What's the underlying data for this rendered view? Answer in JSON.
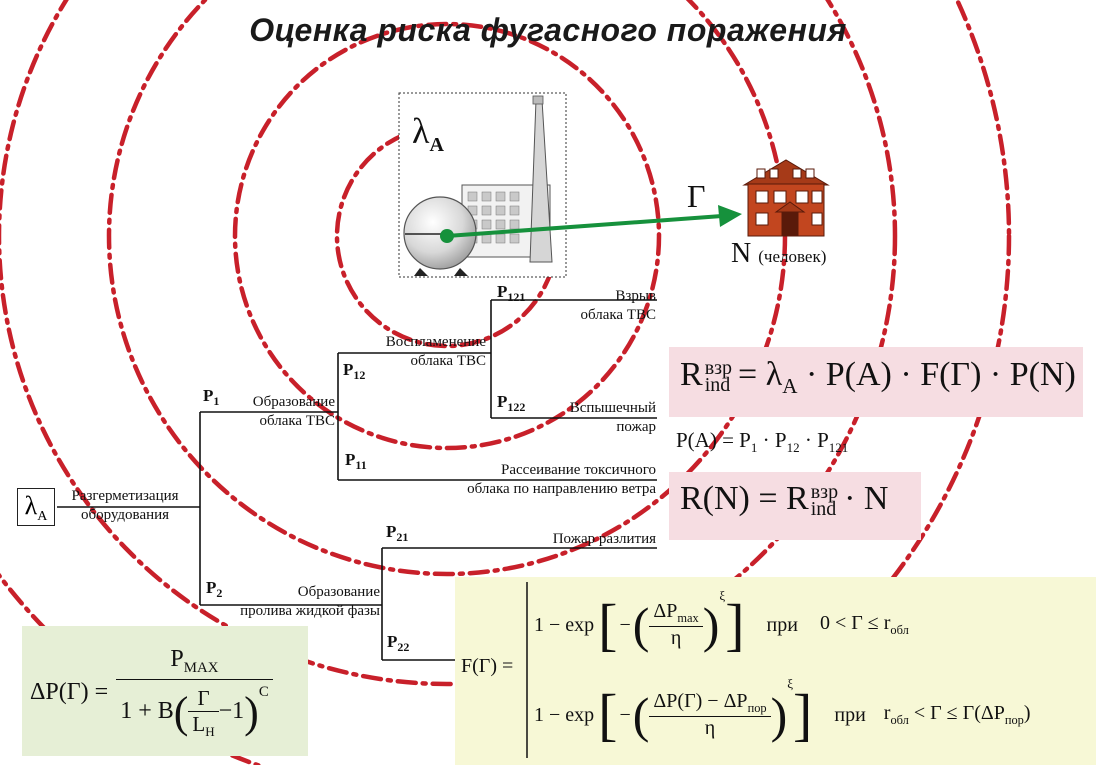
{
  "title": "Оценка риска фугасного поражения",
  "scene": {
    "source_label": "λ",
    "source_sub": "A",
    "distance_label": "Г",
    "people_label": "N",
    "people_sub": "(человек)",
    "colors": {
      "rings": "#c8202a",
      "arrow": "#16913c",
      "house": "#c2461f",
      "title": "#1a1a1a"
    }
  },
  "tree": {
    "root_symbol": "λ",
    "root_sub": "A",
    "root_label_1": "Разгерметизация",
    "root_label_2": "оборудования",
    "p1": "P",
    "p1_sub": "1",
    "p1_label_1": "Образование",
    "p1_label_2": "облака ТВС",
    "p11": "P",
    "p11_sub": "11",
    "p11_label_1": "Рассеивание токсичного",
    "p11_label_2": "облака по направлению ветра",
    "p12": "P",
    "p12_sub": "12",
    "p12_label_1": "Воспламенение",
    "p12_label_2": "облака ТВС",
    "p121": "P",
    "p121_sub": "121",
    "p121_label_1": "Взрыв",
    "p121_label_2": "облака ТВС",
    "p122": "P",
    "p122_sub": "122",
    "p122_label_1": "Вспышечный",
    "p122_label_2": "пожар",
    "p2": "P",
    "p2_sub": "2",
    "p2_label_1": "Образование",
    "p2_label_2": "пролива жидкой фазы",
    "p21": "P",
    "p21_sub": "21",
    "p21_label": "Пожар разлития",
    "p22": "P",
    "p22_sub": "22"
  },
  "formulas": {
    "r_ind": {
      "lhs": "R",
      "sup": "взр",
      "sub": "ind",
      "rhs": "= λ",
      "rhs_sub": "A",
      "rest": "· P(A) · F(Г) · P(N)"
    },
    "pa": "P(A) = P",
    "pa_rest": [
      "1",
      "· P",
      "12",
      "· P",
      "121"
    ],
    "rn": {
      "lhs": "R(N) = R",
      "sup": "взр",
      "sub": "ind",
      "rest": "· N"
    },
    "dp": {
      "lhs": "ΔP(Г) =",
      "num": "P",
      "num_sub": "MAX",
      "den_a": "1 + B",
      "inner_num": "Г",
      "inner_den": "L",
      "inner_den_sub": "Н",
      "minus": "−1",
      "exp": "C"
    },
    "f": {
      "lhs": "F(Г) =",
      "row1_a": "1 − exp",
      "row1_num": "ΔP",
      "row1_num_sub": "max",
      "row1_den": "η",
      "row1_exp": "ξ",
      "row1_cond_word": "при",
      "row1_cond": "0 < Г ≤ r",
      "row1_cond_sub": "обл",
      "row2_a": "1 − exp",
      "row2_num": "ΔP(Г) − ΔP",
      "row2_num_sub": "пор",
      "row2_den": "η",
      "row2_exp": "ξ",
      "row2_cond_word": "при",
      "row2_cond_a": "r",
      "row2_cond_a_sub": "обл",
      "row2_cond_b": "< Г ≤ Г(ΔP",
      "row2_cond_b_sub": "пор",
      "row2_cond_c": ")"
    }
  }
}
